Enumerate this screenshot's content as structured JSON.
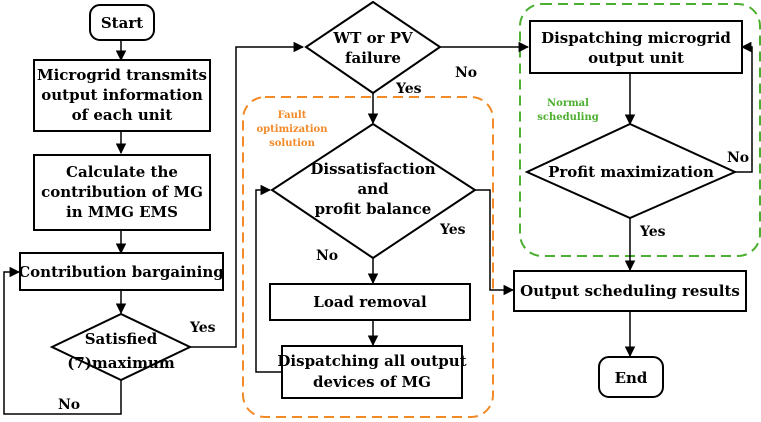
{
  "nodes": {
    "start": "Start",
    "transmit": [
      "Microgrid transmits",
      "output information",
      "of each unit"
    ],
    "calculate": [
      "Calculate the",
      "contribution of MG",
      "in MMG EMS"
    ],
    "bargaining": "Contribution bargaining",
    "satisfied": [
      "Satisfied",
      "(7)maximum"
    ],
    "failure": [
      "WT or PV",
      "failure"
    ],
    "dissatisfaction": [
      "Dissatisfaction",
      "and",
      "profit balance"
    ],
    "load_removal": "Load removal",
    "dispatch_all": [
      "Dispatching all output",
      "devices of MG"
    ],
    "dispatch_micro": [
      "Dispatching microgrid",
      "output unit"
    ],
    "profit": "Profit maximization",
    "output": "Output scheduling results",
    "end": "End"
  },
  "labels": {
    "yes": "Yes",
    "no": "No"
  },
  "regions": {
    "fault": [
      "Fault",
      "optimization",
      "solution"
    ],
    "normal": [
      "Normal",
      "scheduling"
    ]
  },
  "colors": {
    "fault_region": "#f28a28",
    "normal_region": "#4caf2f"
  }
}
